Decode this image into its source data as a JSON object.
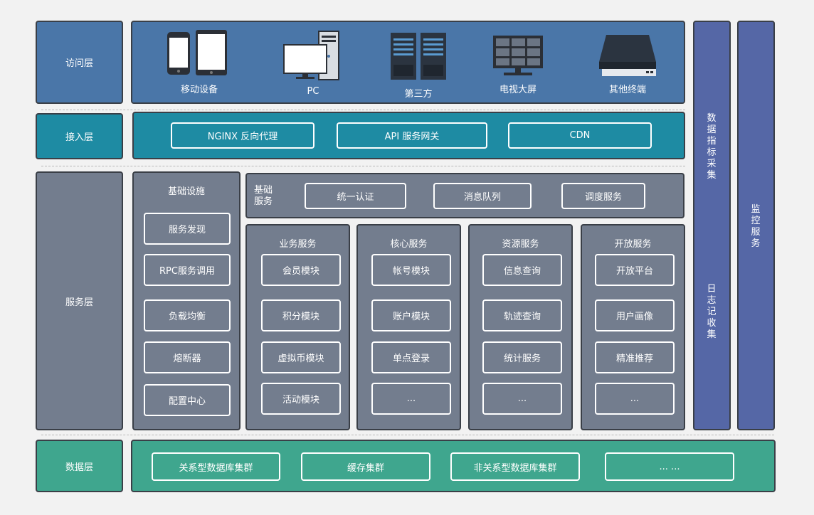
{
  "layers": {
    "access": "访问层",
    "ingress": "接入层",
    "service": "服务层",
    "data": "数据层"
  },
  "devices": [
    {
      "label": "移动设备",
      "icon": "mobile-devices-icon"
    },
    {
      "label": "PC",
      "icon": "pc-icon"
    },
    {
      "label": "第三方",
      "icon": "server-icon"
    },
    {
      "label": "电视大屏",
      "icon": "tv-screen-icon"
    },
    {
      "label": "其他终端",
      "icon": "scanner-icon"
    }
  ],
  "ingress_items": [
    "NGINX 反向代理",
    "API 服务网关",
    "CDN"
  ],
  "infra": {
    "title": "基础设施",
    "items": [
      "服务发现",
      "RPC服务调用",
      "负载均衡",
      "熔断器",
      "配置中心"
    ]
  },
  "base_services": {
    "title_line1": "基础",
    "title_line2": "服务",
    "items": [
      "统一认证",
      "消息队列",
      "调度服务"
    ]
  },
  "service_groups": [
    {
      "title": "业务服务",
      "items": [
        "会员模块",
        "积分模块",
        "虚拟币模块",
        "活动模块"
      ]
    },
    {
      "title": "核心服务",
      "items": [
        "帐号模块",
        "账户模块",
        "单点登录",
        "..."
      ]
    },
    {
      "title": "资源服务",
      "items": [
        "信息查询",
        "轨迹查询",
        "统计服务",
        "..."
      ]
    },
    {
      "title": "开放服务",
      "items": [
        "开放平台",
        "用户画像",
        "精准推荐",
        "..."
      ]
    }
  ],
  "data_items": [
    "关系型数据库集群",
    "缓存集群",
    "非关系型数据库集群",
    "... ..."
  ],
  "sidebar_metrics": {
    "top": "数据指标采集",
    "bottom": "日志记收集"
  },
  "sidebar_monitor": "监控服务",
  "colors": {
    "access": "#4a76a8",
    "ingress": "#1e8ba3",
    "service": "#737d8e",
    "data": "#3fa68e",
    "sidebar": "#5567a6"
  }
}
